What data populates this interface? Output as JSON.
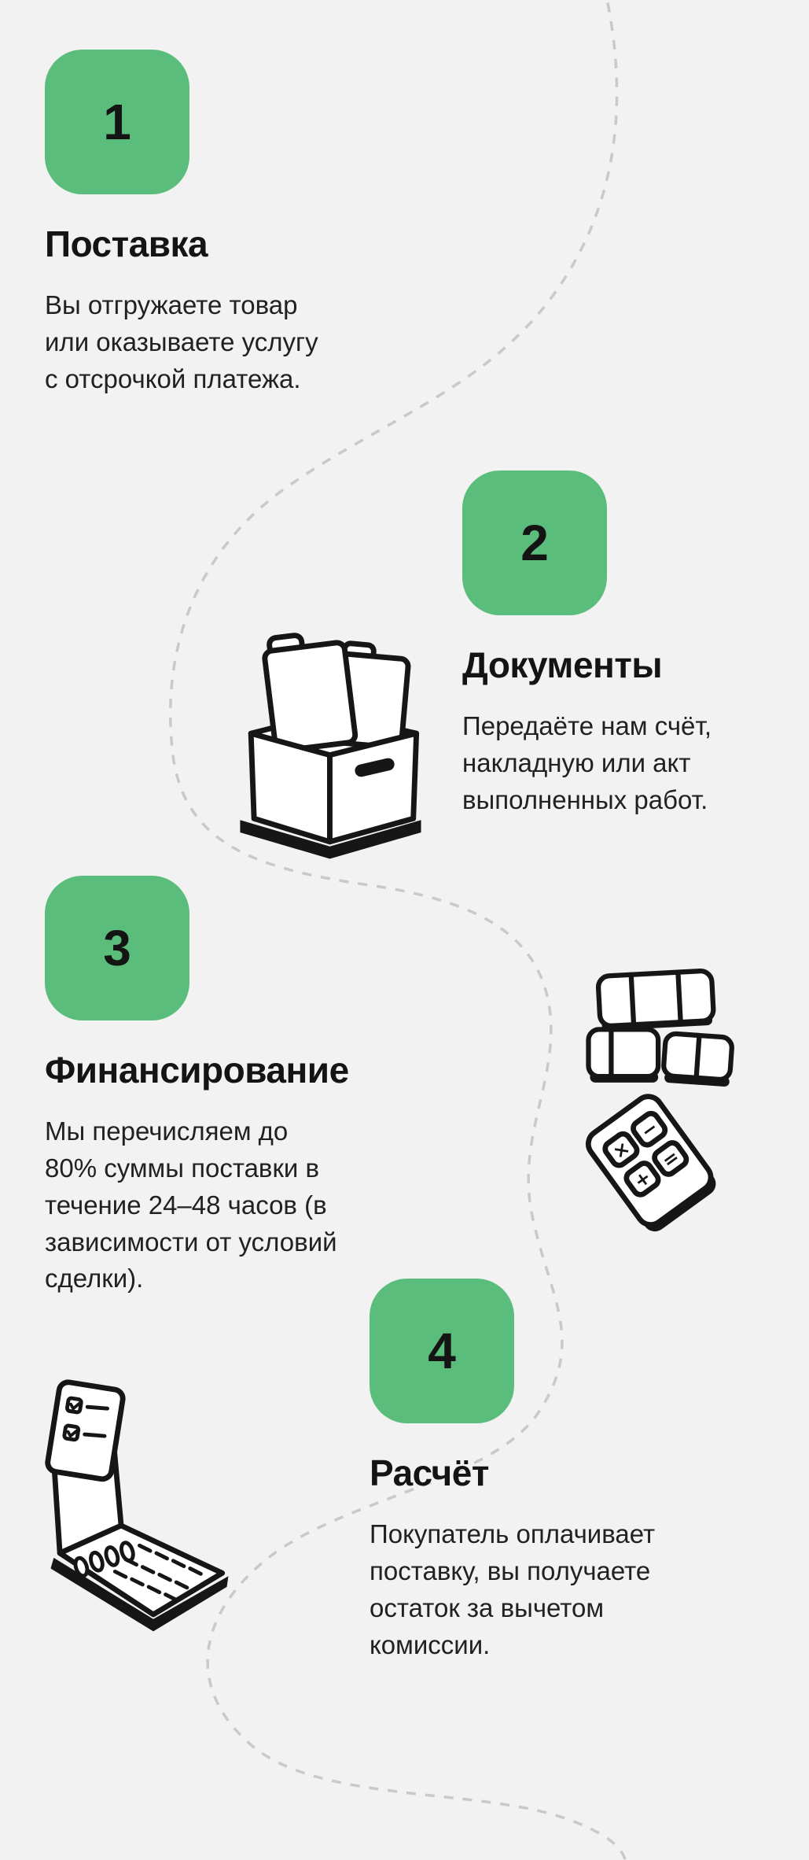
{
  "page": {
    "background_color": "#f1f2f1",
    "accent_color": "#5bbd7b",
    "text_color": "#171717",
    "connector_color": "#c9c9c9"
  },
  "steps": [
    {
      "number": "1",
      "title": "Поставка",
      "description": "Вы отгружаете товар или оказываете услугу с отсрочкой платежа."
    },
    {
      "number": "2",
      "title": "Документы",
      "description": "Передаёте нам счёт, накладную или акт выполненных работ."
    },
    {
      "number": "3",
      "title": "Финансирование",
      "description": "Мы перечисляем до 80% суммы поставки в течение 24–48 часов (в зависимости от условий сделки)."
    },
    {
      "number": "4",
      "title": "Расчёт",
      "description": "Покупатель оплачивает поставку, вы получаете остаток за вычетом комиссии."
    }
  ],
  "illustrations": {
    "document_box": {
      "name": "box-with-documents"
    },
    "parcels": {
      "name": "stacked-parcels"
    },
    "calculator": {
      "name": "calculator",
      "buttons": [
        "×",
        "−",
        "+",
        "="
      ]
    },
    "laptop": {
      "name": "laptop-with-checklist"
    }
  }
}
